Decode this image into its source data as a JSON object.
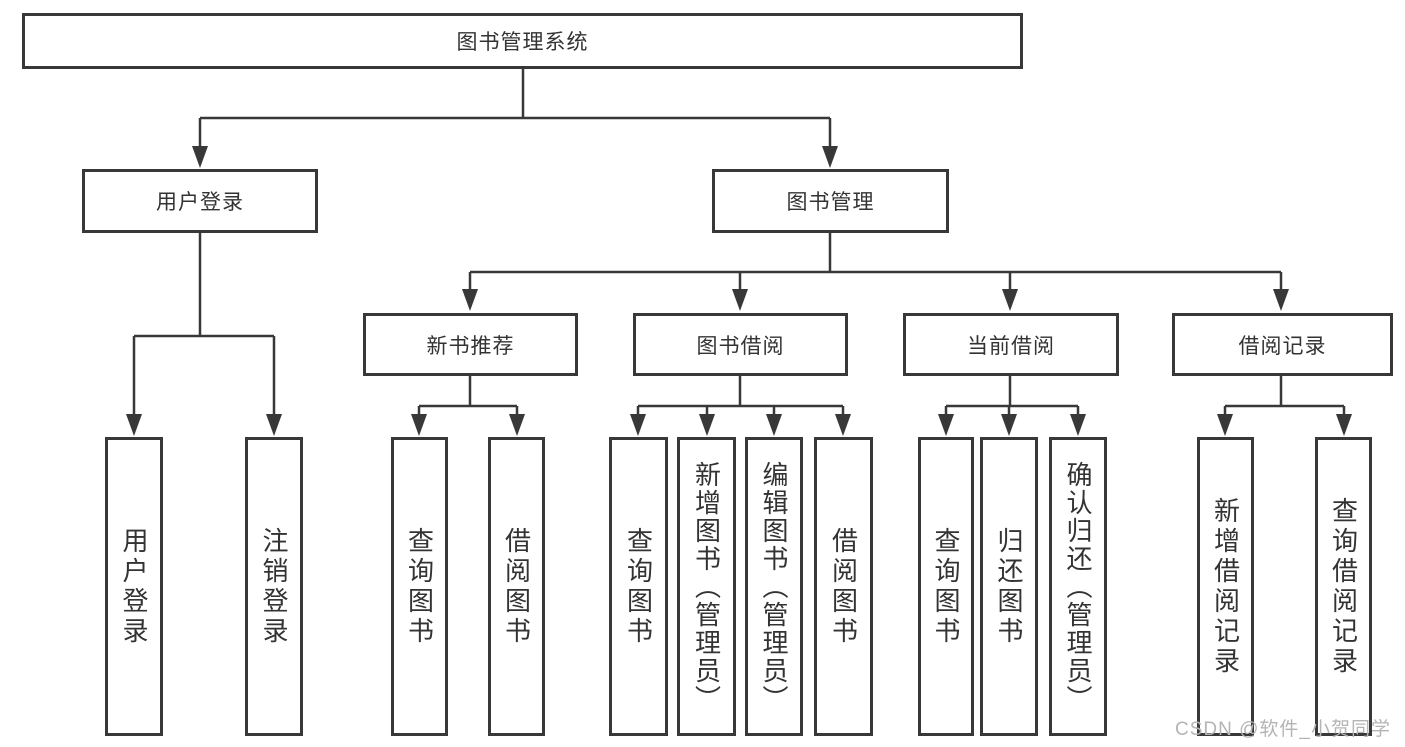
{
  "diagram": {
    "title": "图书管理系统",
    "level2": [
      {
        "label": "用户登录"
      },
      {
        "label": "图书管理"
      }
    ],
    "level3": [
      {
        "label": "新书推荐"
      },
      {
        "label": "图书借阅"
      },
      {
        "label": "当前借阅"
      },
      {
        "label": "借阅记录"
      }
    ],
    "leaves": {
      "user_login": [
        "用户登录",
        "注销登录"
      ],
      "new_book": [
        "查询图书",
        "借阅图书"
      ],
      "book_borrow": [
        "查询图书",
        "新增图书（管理员）",
        "编辑图书（管理员）",
        "借阅图书"
      ],
      "current_borrow": [
        "查询图书",
        "归还图书",
        "确认归还（管理员）"
      ],
      "borrow_record": [
        "新增借阅记录",
        "查询借阅记录"
      ]
    }
  },
  "watermark": {
    "text": "CSDN @软件_小贺同学"
  },
  "colors": {
    "line": "#383838",
    "text": "#333333",
    "watermark": "#b4b4b4",
    "background": "#ffffff"
  }
}
